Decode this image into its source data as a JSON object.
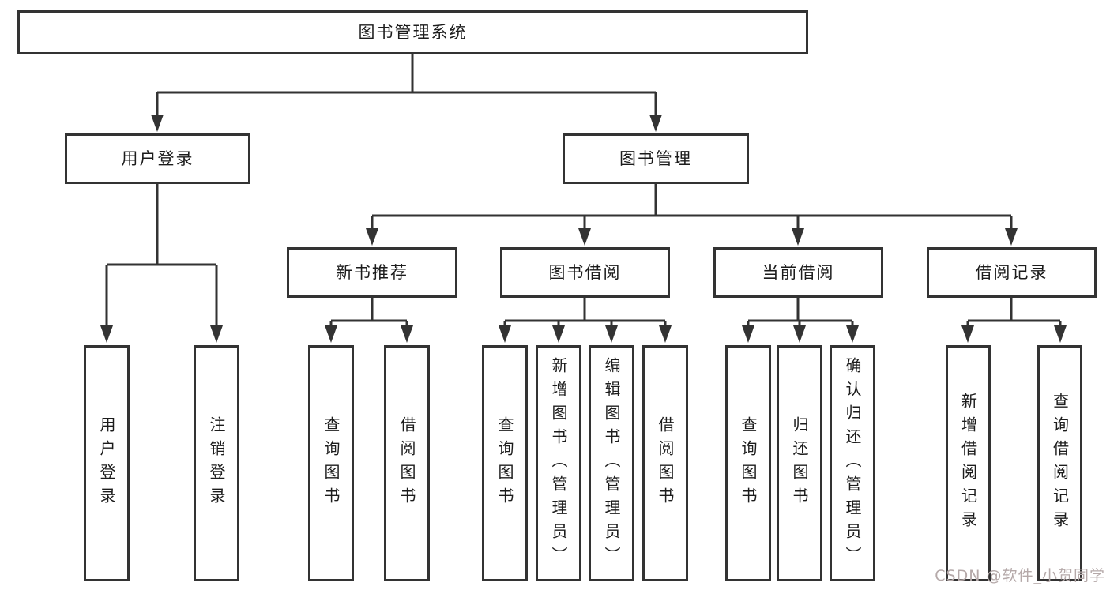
{
  "diagram": {
    "root": {
      "label": "图书管理系统",
      "children": [
        {
          "label": "用户登录",
          "children": [
            {
              "label": "用户登录"
            },
            {
              "label": "注销登录"
            }
          ]
        },
        {
          "label": "图书管理",
          "children": [
            {
              "label": "新书推荐",
              "children": [
                {
                  "label": "查询图书"
                },
                {
                  "label": "借阅图书"
                }
              ]
            },
            {
              "label": "图书借阅",
              "children": [
                {
                  "label": "查询图书"
                },
                {
                  "label": "新增图书（管理员）"
                },
                {
                  "label": "编辑图书（管理员）"
                },
                {
                  "label": "借阅图书"
                }
              ]
            },
            {
              "label": "当前借阅",
              "children": [
                {
                  "label": "查询图书"
                },
                {
                  "label": "归还图书"
                },
                {
                  "label": "确认归还（管理员）"
                }
              ]
            },
            {
              "label": "借阅记录",
              "children": [
                {
                  "label": "新增借阅记录"
                },
                {
                  "label": "查询借阅记录"
                }
              ]
            }
          ]
        }
      ]
    }
  },
  "watermark": {
    "text": "CSDN @软件_小贺同学"
  },
  "colors": {
    "line": "#333333",
    "box_border": "#333333",
    "text": "#1c1c1c",
    "watermark": "#b5a9a9",
    "background": "#ffffff"
  }
}
